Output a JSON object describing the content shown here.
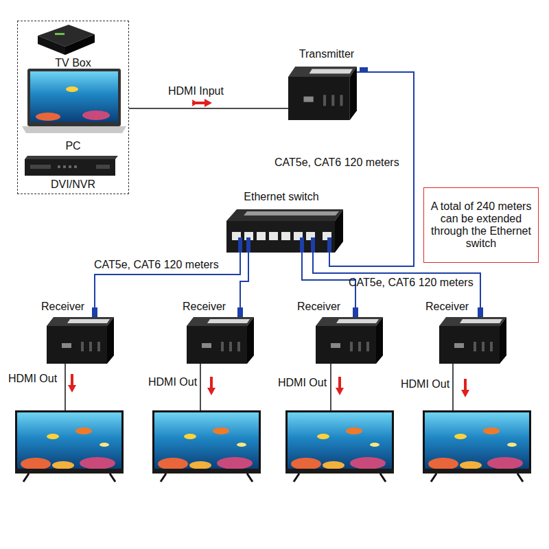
{
  "diagram": {
    "nodes": [
      {
        "text": [
          "TV Box",
          "PC",
          "DVI/NVR"
        ]
      },
      {
        "text": [
          "Transmitter"
        ]
      },
      {
        "text": [
          "Ethernet switch"
        ]
      },
      {
        "text": [
          "A total of 240 meters can be extended through the Ethernet switch"
        ]
      },
      {
        "text": [
          "Receiver"
        ]
      },
      {
        "text": [
          "Receiver"
        ]
      },
      {
        "text": [
          "Receiver"
        ]
      },
      {
        "text": [
          "Receiver"
        ]
      }
    ],
    "edges": [
      {
        "from": 0,
        "to": 1,
        "label": "HDMI Input",
        "arrow": "none"
      },
      {
        "from": 1,
        "to": 2,
        "label": "CAT5e, CAT6 120 meters",
        "arrow": "none"
      },
      {
        "from": 2,
        "to": 4,
        "label": "CAT5e, CAT6 120 meters",
        "arrow": "none"
      },
      {
        "from": 2,
        "to": 5,
        "arrow": "none"
      },
      {
        "from": 2,
        "to": 6,
        "arrow": "none"
      },
      {
        "from": 2,
        "to": 7,
        "label": "CAT5e, CAT6 120 meters",
        "arrow": "none"
      }
    ],
    "labels": [
      "HDMI Out",
      "HDMI Out",
      "HDMI Out",
      "HDMI Out"
    ]
  }
}
